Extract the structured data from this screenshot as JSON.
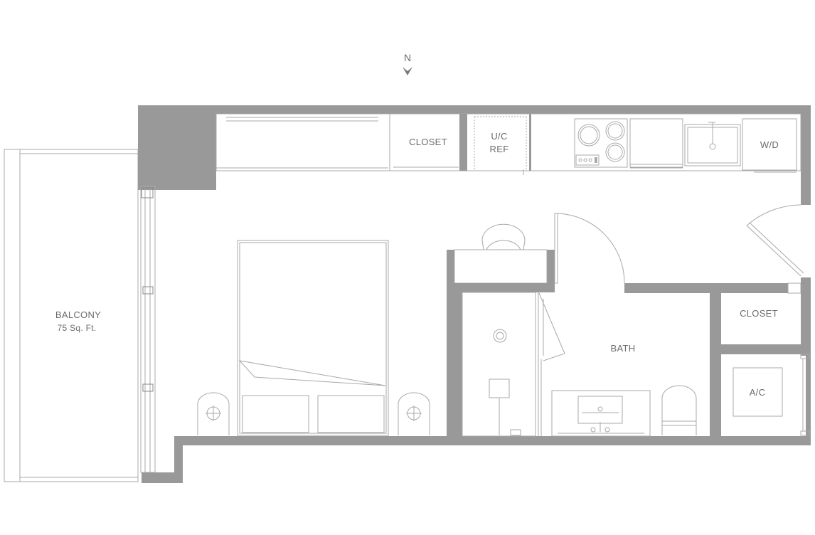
{
  "compass": {
    "label": "N"
  },
  "rooms": {
    "balcony_name": "BALCONY",
    "balcony_area": "75 Sq. Ft.",
    "closet_north": "CLOSET",
    "ref_line1": "U/C",
    "ref_line2": "REF",
    "washer_dryer": "W/D",
    "bath": "BATH",
    "closet_east": "CLOSET",
    "ac": "A/C"
  },
  "colors": {
    "wall": "#999999",
    "line": "#a8a8a8",
    "text": "#6b6b6b",
    "background": "#ffffff"
  }
}
